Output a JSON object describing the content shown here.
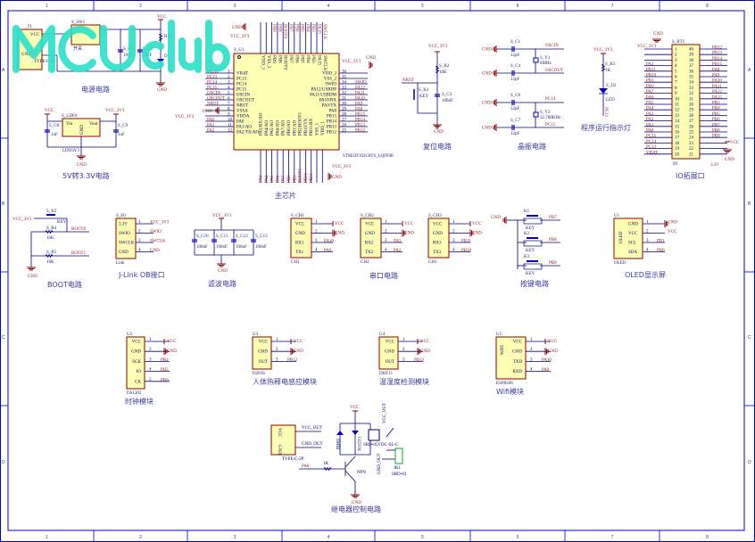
{
  "frame": {
    "columns": [
      "1",
      "2",
      "3",
      "4",
      "5",
      "6",
      "7",
      "8"
    ],
    "rows": [
      "A",
      "B",
      "C",
      "D"
    ]
  },
  "watermark": "MCUclub",
  "power": {
    "title": "电源电路",
    "t1": "_T1",
    "vcc_pin": "VCC",
    "gnd_pin": "GND",
    "typec": "TYPE-C-2P",
    "sw": "S_SW1",
    "sw_label": "开关",
    "c8": "S_C8",
    "c8v": "10uF",
    "c1": "S_C1",
    "c1v": "10uF",
    "r1": "R1",
    "d1": "D1",
    "vcc": "VCC",
    "gnd": "GND"
  },
  "ldo": {
    "title": "5V转3.3V电路",
    "ref": "S_LDO1",
    "vin": "Vin",
    "vout": "Vout",
    "gnd_pin": "GND",
    "part": "LDO3V3",
    "vcc": "VCC",
    "vcc33": "VCC_3V3",
    "c8": "S_C8",
    "c8v": "1uF",
    "c9": "S_C9",
    "c9v": "1uF",
    "gnd": "GND"
  },
  "mcu": {
    "title": "主芯片",
    "ref": "S_U1",
    "part": "STM32F103C8T6_LQFP48",
    "left_pins": [
      "VBAT",
      "PC13",
      "PC14",
      "PC15",
      "OSCIN",
      "OSCOUT",
      "NRST",
      "VSSA",
      "VDDA",
      "PA0",
      "PA1/AO",
      "PA2/TX/AO"
    ],
    "left_nets": [
      "VBAT",
      "PC13",
      "PC14",
      "PC15",
      "OSCIN",
      "OSCOUT",
      "NRST",
      "",
      "",
      "PA0",
      "PA1",
      "PA2"
    ],
    "right_pins": [
      "VDD_2",
      "VSS_2",
      "SWIO",
      "PA12/USBDP",
      "PA11/USBDM",
      "PA10/RX",
      "PA9/TX",
      "PA8",
      "PB15",
      "PB14",
      "PB13",
      "PB12"
    ],
    "right_nets": [
      "",
      "",
      "SWIO",
      "PA12",
      "PA11",
      "PA10",
      "PA9",
      "PA8",
      "PB15",
      "PB14",
      "PB13",
      "PB12"
    ],
    "right_nums": [
      "36",
      "35",
      "34",
      "33",
      "32",
      "31",
      "30",
      "29",
      "28",
      "27",
      "26",
      "25"
    ],
    "top_pins": [
      "VDD_3",
      "VSS_3",
      "PB9",
      "PB8",
      "BOOT0",
      "PB7",
      "PB6",
      "PB5",
      "PB4",
      "PB3",
      "PA15",
      "SWCLK"
    ],
    "top_nets": [
      "",
      "",
      "PB9",
      "PB8",
      "BOOT0",
      "PB7",
      "PB6",
      "PB5",
      "PB4",
      "PB3",
      "PA15",
      "SWCLK"
    ],
    "bottom_pins": [
      "PA3/RX/AO",
      "PA4/AO",
      "PA5/AO",
      "PA6/AO",
      "PA7/AO",
      "PB0/AO",
      "PB1/AO",
      "PB2/BOOT1",
      "PB10/TX",
      "PB11/RX",
      "VSS_1",
      "VDD_1"
    ],
    "bottom_nets": [
      "PA3",
      "PA4",
      "PA5",
      "PA6",
      "PA7",
      "PB0",
      "PB1",
      "BOOT1",
      "PB10",
      "PB11",
      "",
      ""
    ],
    "gnd": "GND",
    "vcc33": "VCC_3V3"
  },
  "reset": {
    "title": "复位电路",
    "vcc33": "VCC_3V3",
    "r2": "S_R2",
    "r2v": "10K",
    "nrst": "NRST",
    "k1": "S_K1",
    "k1v": "KEY",
    "c3": "S_C3",
    "c3v": "100nF",
    "gnd": "GND"
  },
  "crystal": {
    "title": "晶振电路",
    "gnd": "GND",
    "c1": "S_C1",
    "c4": "S_C4",
    "c6": "S_C6",
    "c7": "S_C7",
    "cap": "12pF",
    "y1": "S_Y1",
    "y1v": "8MHz",
    "y2": "S_Y2",
    "y2v": "32.768KHz",
    "oscin": "OSCIN",
    "oscout": "OSCOUT",
    "pc14": "PC14",
    "pc15": "PC15"
  },
  "led": {
    "title": "程序运行指示灯",
    "vcc33": "VCC_3V3",
    "r3": "S_R3",
    "r3v": "1K",
    "d2": "S_D2",
    "d2v": "LED",
    "net": "PC13"
  },
  "io": {
    "title": "IO拓展口",
    "ref": "S_BT1",
    "part": "IO",
    "gnd": "GND",
    "vcc33": "VCC_3V3",
    "vcc": "VCC",
    "v33": "3.3V",
    "left_nets": [
      "",
      "",
      "",
      "PA1",
      "PB11",
      "PB10",
      "PB1",
      "PB0",
      "PA7",
      "PA6",
      "PA5",
      "PA4",
      "PA3",
      "PA2",
      "PA1",
      "PA0",
      "PC15",
      "PC14",
      "PC13",
      "VBAT"
    ],
    "right_nets": [
      "PB12",
      "PB13",
      "PB14",
      "PB15",
      "PA8",
      "PA9",
      "PA10",
      "PA11",
      "PA12",
      "PA15",
      "PB3",
      "PB4",
      "PB5",
      "PB6",
      "PB7",
      "PB8",
      "PB9",
      "",
      "",
      ""
    ]
  },
  "boot": {
    "title": "BOOT电路",
    "vcc33": "VCC_3V3",
    "k2": "S_K2",
    "k2v": "KEY",
    "r4": "S_R4",
    "r4v": "10K",
    "r5": "S_R5",
    "r5v": "10K",
    "boot0": "BOOT0",
    "boot1": "BOOT1",
    "gnd": "GND"
  },
  "jlink": {
    "title": "J-Link OB接口",
    "ref": "S_H1",
    "part": "Link",
    "pins": [
      "3.3V",
      "SWIO",
      "SWCLK",
      "GND"
    ],
    "nets": [
      "VCC_3V3",
      "SWIO",
      "SWCLK",
      "GND"
    ]
  },
  "filter": {
    "title": "滤波电路",
    "vcc33": "VCC_3V3",
    "caps": [
      "S_C10",
      "S_C11",
      "S_C12",
      "S_C13"
    ],
    "value": "100nF",
    "gnd": "GND"
  },
  "uart": {
    "title": "串口电路",
    "modules": [
      {
        "ref": "S_CH1",
        "part": "CH1",
        "pins": [
          "VCC",
          "GND",
          "RX1",
          "TX1"
        ],
        "nets": [
          "VCC",
          "GND",
          "PA10",
          "PA9"
        ]
      },
      {
        "ref": "S_CH2",
        "part": "CH2",
        "pins": [
          "VCC",
          "GND",
          "RX2",
          "TX2"
        ],
        "nets": [
          "VCC",
          "GND",
          "PA3",
          "PA2"
        ]
      },
      {
        "ref": "S_CH3",
        "part": "CH1",
        "pins": [
          "VCC",
          "GND",
          "RX3",
          "TX3"
        ],
        "nets": [
          "VCC",
          "GND",
          "PB11",
          "PB10"
        ]
      }
    ]
  },
  "keys": {
    "title": "按键电路",
    "gnd": "GND",
    "names": [
      "K1",
      "K2",
      "K3"
    ],
    "value": "KEY",
    "nets": [
      "PB7",
      "PB8",
      "PB9"
    ]
  },
  "oled": {
    "title": "OLED显示屏",
    "ref": "U1",
    "label": "OLED",
    "part": "OLED",
    "pins": [
      "GND",
      "VCC",
      "SCL",
      "SDA"
    ],
    "nets": [
      "GND",
      "VCC",
      "PB1",
      "PB0"
    ]
  },
  "clock": {
    "title": "时钟模块",
    "ref": "U2",
    "part": "DS1302",
    "pins": [
      "VCC",
      "GND",
      "SCK",
      "IO",
      "CK"
    ],
    "nets": [
      "VCC",
      "GND",
      "PB4",
      "PB5",
      "PB6"
    ]
  },
  "pir": {
    "title": "人体热释电感应模块",
    "ref": "U3",
    "part": "D203S",
    "pins": [
      "VCC",
      "GND",
      "OUT"
    ],
    "nets": [
      "VCC",
      "GND",
      "PB12"
    ]
  },
  "dht": {
    "title": "温湿度检测模块",
    "ref": "U4",
    "part": "DHT11",
    "pins": [
      "VCC",
      "GND",
      "OUT"
    ],
    "nets": [
      "VCC",
      "GND",
      "PB13"
    ]
  },
  "wifi": {
    "title": "Wifi模块",
    "ref": "U5",
    "label": "WIFI",
    "part": "ESP8266",
    "pins": [
      "VCC",
      "GND",
      "TXD",
      "RXD"
    ],
    "nets": [
      "VCC",
      "GND",
      "PA10",
      "PA9"
    ]
  },
  "relay": {
    "title": "继电器控制电路",
    "typec": "TYPE-C-2P",
    "vcc_pin": "VCC",
    "gnd_pin": "GND",
    "vcc_out": "VCC_OUT",
    "gnd_out": "GND_OUT",
    "vcc": "VCC",
    "diode": "SMBJ",
    "led": "LED",
    "r": "1K",
    "rl": "SRD-05VDC-SL-C",
    "jk": "JK1",
    "jkv": "SRD-03",
    "pa8": "PA8",
    "rb": "1K",
    "npn": "NPN",
    "gnd": "GND"
  }
}
